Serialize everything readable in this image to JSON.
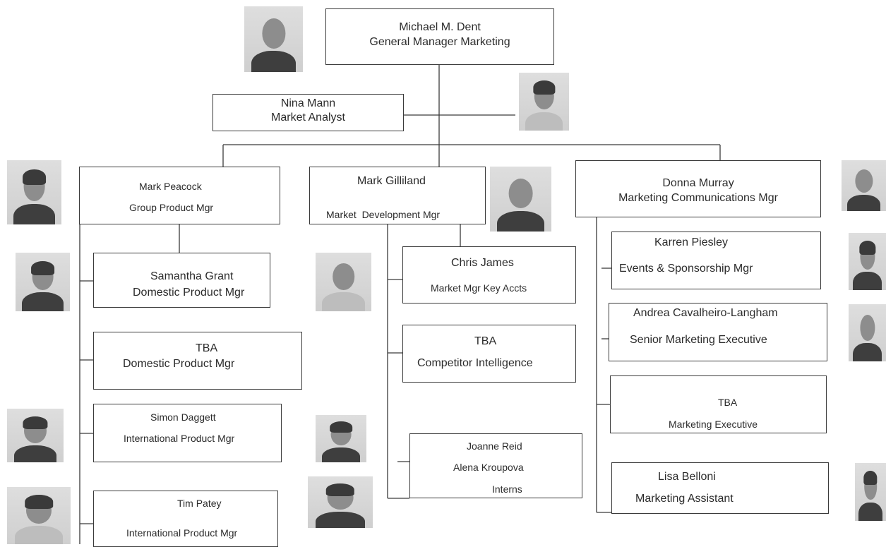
{
  "chart": {
    "top": {
      "name": "Michael M. Dent",
      "role": "General Manager Marketing"
    },
    "analyst": {
      "name": "Nina Mann",
      "role": "Market Analyst"
    },
    "peacock": {
      "name": "Mark Peacock",
      "role": "Group Product Mgr"
    },
    "gilliland": {
      "name": "Mark Gilliland",
      "role": "Market  Development Mgr"
    },
    "murray": {
      "name": "Donna Murray",
      "role": "Marketing Communications Mgr"
    },
    "grant": {
      "name": "Samantha Grant",
      "role": "Domestic Product Mgr"
    },
    "tba_domestic": {
      "name": "TBA",
      "role": "Domestic Product Mgr"
    },
    "daggett": {
      "name": "Simon Daggett",
      "role": "International Product Mgr"
    },
    "patey": {
      "name": "Tim Patey",
      "role": "International Product Mgr"
    },
    "james": {
      "name": "Chris James",
      "role": "Market Mgr Key Accts"
    },
    "tba_competitor": {
      "name": "TBA",
      "role": "Competitor Intelligence"
    },
    "interns": {
      "name1": "Joanne Reid",
      "name2": "Alena Kroupova",
      "role": "Interns"
    },
    "piesley": {
      "name": "Karren Piesley",
      "role": "Events & Sponsorship Mgr"
    },
    "cavalheiro": {
      "name": "Andrea Cavalheiro-Langham",
      "role": "Senior Marketing Executive"
    },
    "tba_marketing": {
      "name": "TBA",
      "role": "Marketing Executive"
    },
    "belloni": {
      "name": "Lisa Belloni",
      "role": "Marketing Assistant"
    }
  }
}
